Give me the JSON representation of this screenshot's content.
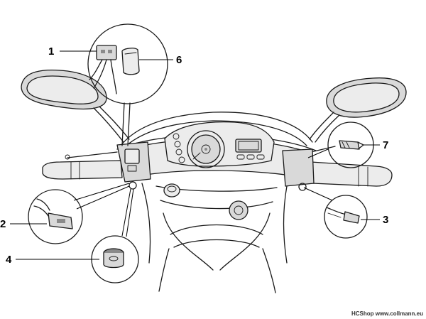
{
  "callouts": [
    {
      "id": "1",
      "label": "1"
    },
    {
      "id": "2",
      "label": "2"
    },
    {
      "id": "3",
      "label": "3"
    },
    {
      "id": "4",
      "label": "4"
    },
    {
      "id": "6",
      "label": "6"
    },
    {
      "id": "7",
      "label": "7"
    }
  ],
  "credit": "HCShop www.collmann.eu"
}
